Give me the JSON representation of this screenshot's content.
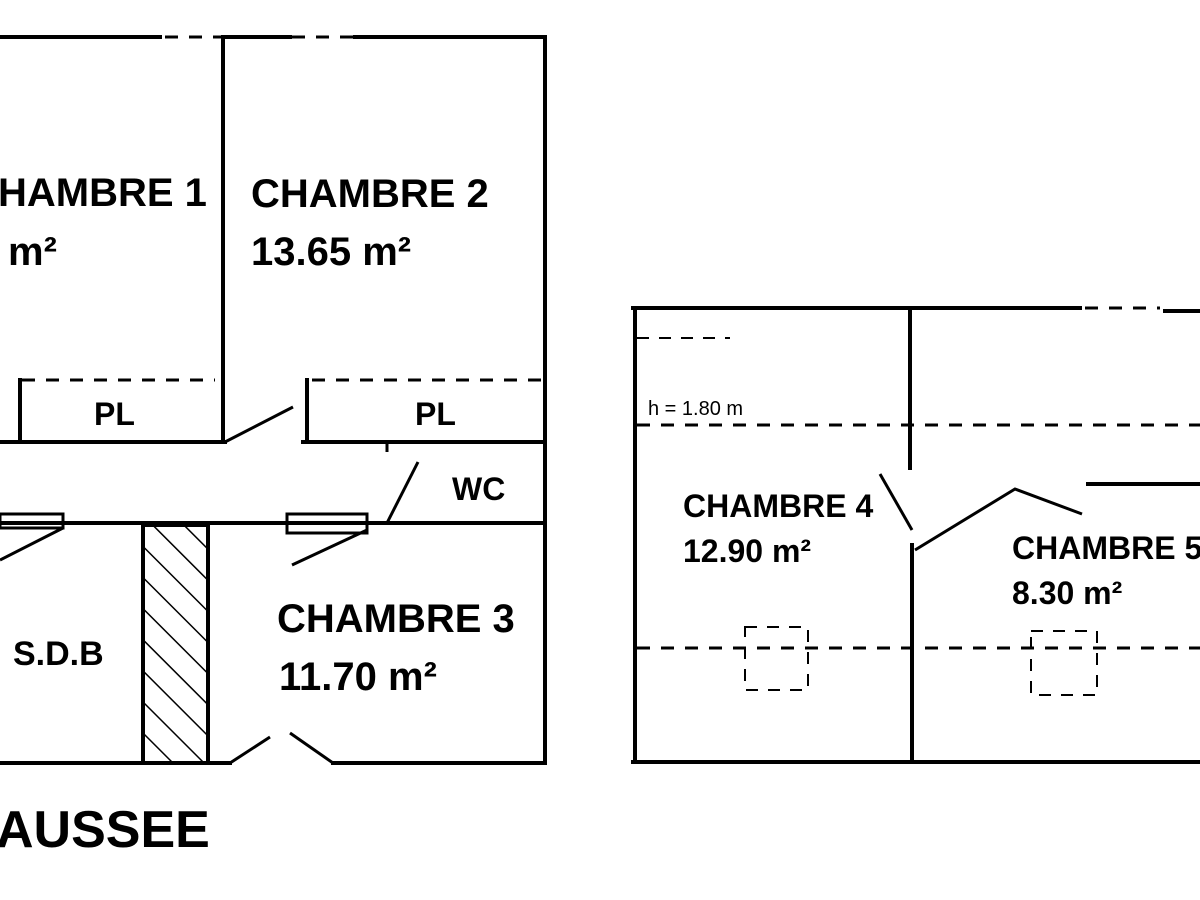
{
  "ground_floor": {
    "rooms": {
      "chambre1_name": "HAMBRE 1",
      "chambre1_area": "m²",
      "chambre2_name": "CHAMBRE 2",
      "chambre2_area": "13.65 m²",
      "chambre3_name": "CHAMBRE 3",
      "chambre3_area": "11.70 m²",
      "pl_left": "PL",
      "pl_right": "PL",
      "wc": "WC",
      "sdb": "S.D.B"
    },
    "title": "AUSSEE"
  },
  "upper_floor": {
    "rooms": {
      "chambre4_name": "CHAMBRE 4",
      "chambre4_area": "12.90 m²",
      "chambre5_name": "CHAMBRE 5",
      "chambre5_area": "8.30 m²"
    },
    "height_note": "h = 1.80 m"
  }
}
